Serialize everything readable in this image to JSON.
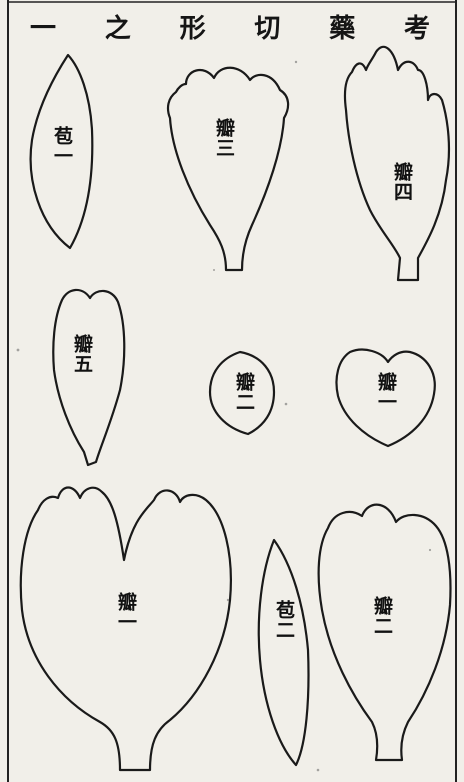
{
  "title_chars": [
    "一",
    "之",
    "形",
    "切",
    "藥",
    "考"
  ],
  "labels": {
    "bract_1": "苞一",
    "petal_3": "瓣三",
    "petal_4": "瓣四",
    "petal_5": "瓣五",
    "petal_2_small": "瓣二",
    "petal_1_small": "瓣一",
    "petal_1_large": "瓣一",
    "bract_2": "苞二",
    "petal_2_large": "瓣二"
  },
  "colors": {
    "paper": "#f1efe9",
    "ink": "#1a1a1a"
  }
}
